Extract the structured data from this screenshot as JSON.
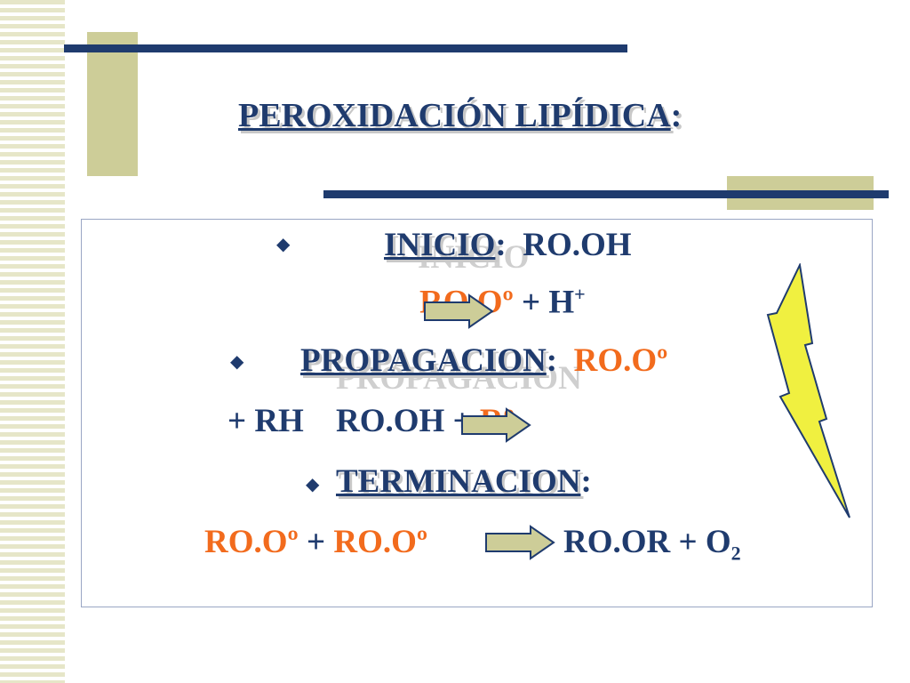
{
  "slide": {
    "title": "PEROXIDACIÓN LIPÍDICA",
    "title_colon": ":",
    "colors": {
      "navy": "#1f3b6e",
      "orange": "#f26b1d",
      "olive": "#cdcd98",
      "bolt": "#f0f040"
    }
  },
  "inicio": {
    "bullet": "◆",
    "label": "INICIO",
    "colon": ":",
    "reactant": "RO.OH",
    "product": "RO.Oº",
    "plus": "+ H",
    "sup": "+"
  },
  "propagacion": {
    "bullet": "◆",
    "label": "PROPAGACION",
    "colon": ":",
    "reactant": "RO.Oº",
    "plus_rh": "+ RH",
    "product": "RO.OH",
    "plus": "+",
    "radical": "Rº"
  },
  "terminacion": {
    "bullet": "◆",
    "label": "TERMINACION",
    "colon": ":",
    "reactant_a": "RO.Oº",
    "plus": "+",
    "reactant_b": "RO.Oº",
    "product": "RO.OR + O",
    "sub": "2"
  },
  "icons": {
    "arrow": "right-arrow-icon",
    "bolt": "lightning-bolt-icon"
  }
}
